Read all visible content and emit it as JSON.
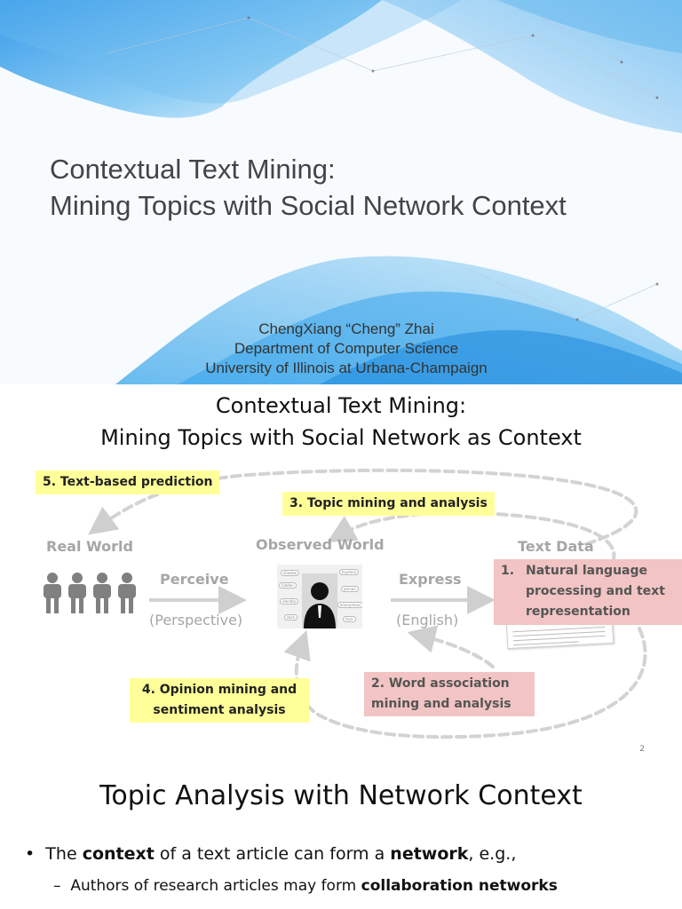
{
  "slide1": {
    "title_line1": "Contextual Text Mining:",
    "title_line2": "Mining Topics with Social Network Context",
    "author": "ChengXiang “Cheng” Zhai",
    "department": "Department of Computer Science",
    "university": "University of Illinois at Urbana-Champaign"
  },
  "slide2": {
    "title_line1": "Contextual Text Mining:",
    "title_line2": "Mining Topics with Social Network as Context",
    "real_world": "Real World",
    "observed_world": "Observed World",
    "text_data": "Text Data",
    "perceive": "Perceive",
    "perspective": "(Perspective)",
    "express": "Express",
    "english": "(English)",
    "box_prediction": "5. Text-based prediction",
    "box_topic": "3. Topic mining and analysis",
    "box_nlp_num": "1.",
    "box_nlp": "Natural language processing and text representation",
    "box_opinion": "4. Opinion mining and sentiment analysis",
    "box_word": "2. Word association mining and analysis",
    "page_number": "2",
    "photo_tags": [
      "shadow",
      "mystery",
      "hidden",
      "person",
      "identity",
      "anonymous",
      "dark",
      "face"
    ]
  },
  "slide3": {
    "title": "Topic Analysis with Network Context",
    "bullet_pre": "The ",
    "bullet_b1": "context",
    "bullet_mid": " of a text article can form a ",
    "bullet_b2": "network",
    "bullet_post": ", e.g.,",
    "sub_pre": "Authors of research articles may form ",
    "sub_b": "collaboration networks"
  },
  "colors": {
    "yellow_box": "#ffff99",
    "pink_box": "#f2c4c4",
    "grey_text": "#a6a6a6",
    "banner_blue": "#3aa6ea"
  }
}
